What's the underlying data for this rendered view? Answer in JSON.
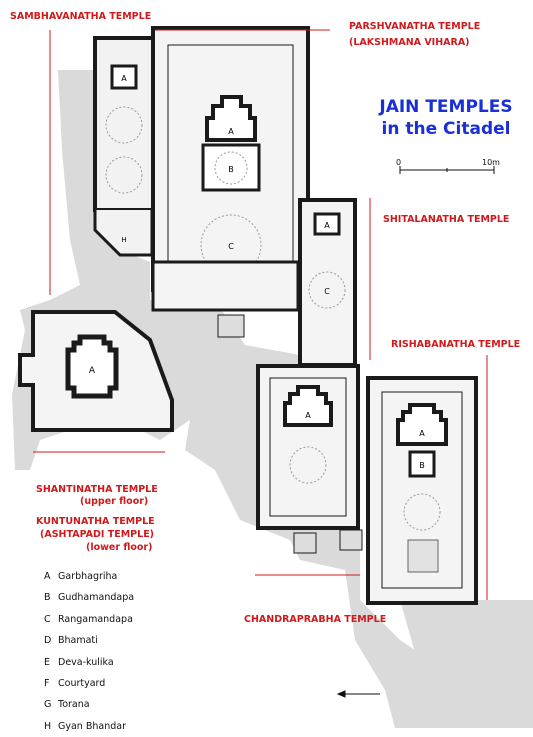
{
  "title": {
    "line1": "JAIN TEMPLES",
    "line2": "in the Citadel"
  },
  "temple_labels": {
    "sambhavanatha": "SAMBHAVANATHA TEMPLE",
    "parshvanatha": "PARSHVANATHA TEMPLE",
    "parshvanatha_sub": "(LAKSHMANA VIHARA)",
    "shitalanatha": "SHITALANATHA TEMPLE",
    "rishabanatha": "RISHABANATHA TEMPLE",
    "shantinatha": "SHANTINATHA TEMPLE",
    "shantinatha_sub": "(upper floor)",
    "kuntunatha": "KUNTUNATHA TEMPLE",
    "kuntunatha_sub": "(ASHTAPADI TEMPLE)",
    "kuntunatha_sub2": "(lower floor)",
    "chandraprabha": "CHANDRAPRABHA TEMPLE"
  },
  "scale": {
    "start": "0",
    "end": "10m"
  },
  "legend": [
    {
      "key": "A",
      "text": "Garbhagriha"
    },
    {
      "key": "B",
      "text": "Gudhamandapa"
    },
    {
      "key": "C",
      "text": "Rangamandapa"
    },
    {
      "key": "D",
      "text": "Bhamati"
    },
    {
      "key": "E",
      "text": "Deva-kulika"
    },
    {
      "key": "F",
      "text": "Courtyard"
    },
    {
      "key": "G",
      "text": "Torana"
    },
    {
      "key": "H",
      "text": "Gyan Bhandar"
    }
  ],
  "colors": {
    "label_red": "#d0191b",
    "title_blue": "#1a2fd6",
    "ground": "#dadada",
    "wall": "#1a1a1a"
  }
}
